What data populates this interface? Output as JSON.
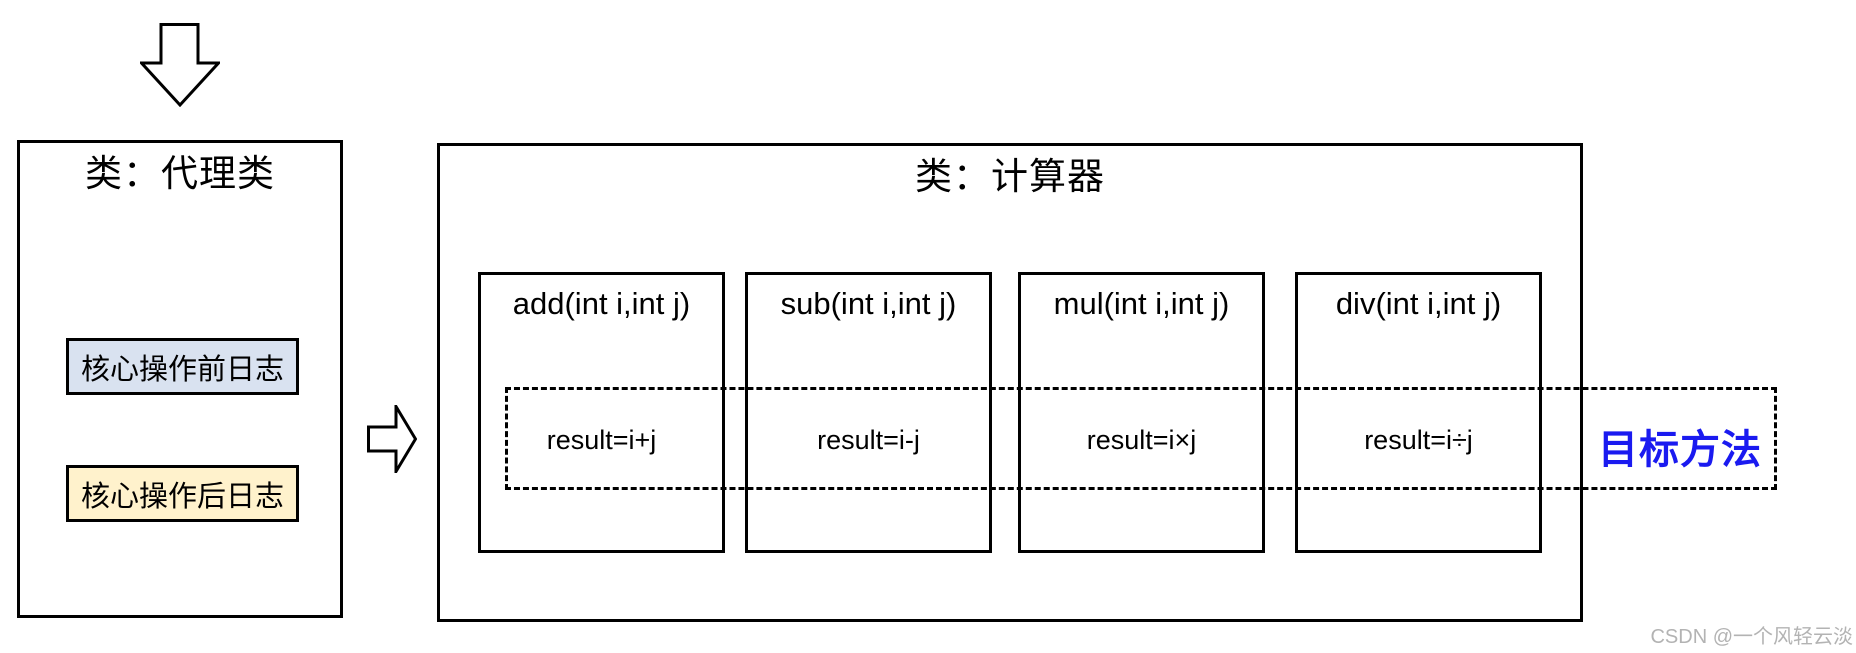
{
  "diagram": {
    "flow": {
      "down_arrow_icon": "down-arrow-icon",
      "right_arrow_icon": "right-arrow-icon"
    },
    "proxy_class": {
      "title": "类：代理类",
      "before_log_label": "核心操作前日志",
      "before_log_color": "#d9e2f0",
      "after_log_label": "核心操作后日志",
      "after_log_color": "#fff2cc"
    },
    "calculator_class": {
      "title": "类：计算器",
      "methods": [
        {
          "signature": "add(int i,int j)",
          "body": "result=i+j"
        },
        {
          "signature": "sub(int i,int j)",
          "body": "result=i-j"
        },
        {
          "signature": "mul(int i,int j)",
          "body": "result=i×j"
        },
        {
          "signature": "div(int i,int j)",
          "body": "result=i÷j"
        }
      ]
    },
    "target_method": {
      "label": "目标方法",
      "color": "#1a1af0"
    }
  },
  "watermark": {
    "text": "CSDN @一个风轻云淡",
    "color": "#b3b3b3"
  }
}
